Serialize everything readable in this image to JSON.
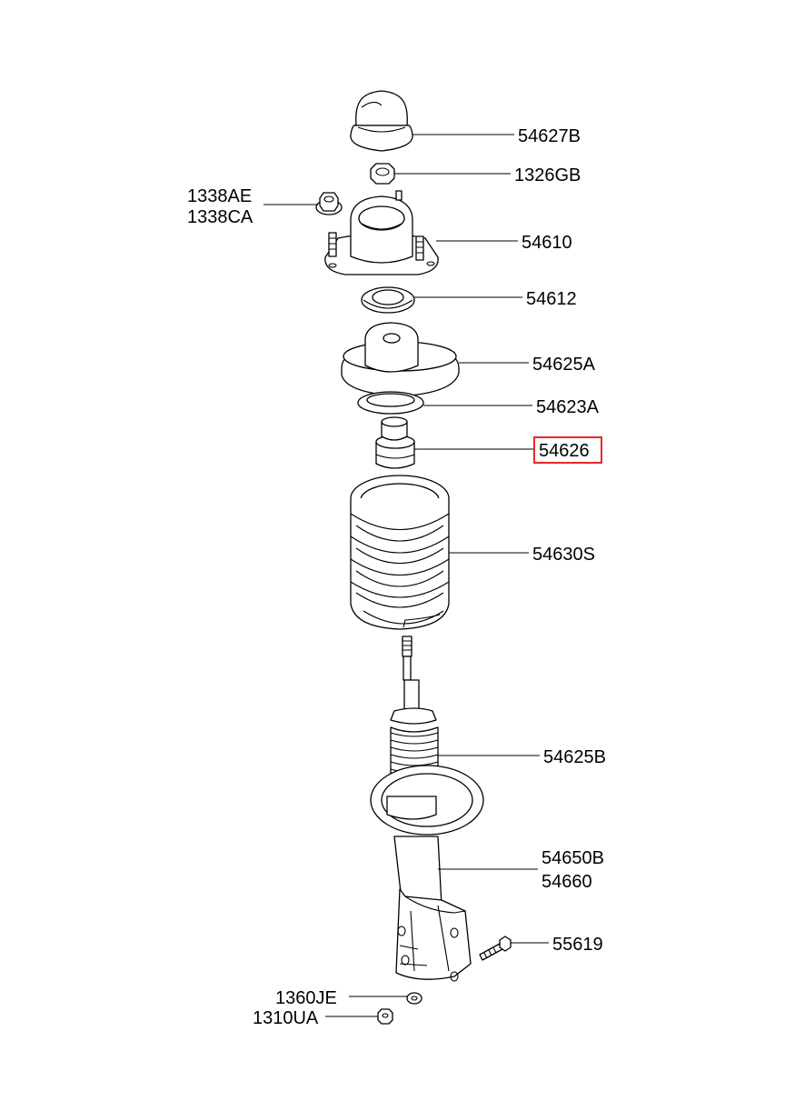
{
  "parts": {
    "p54627B": "54627B",
    "p1326GB": "1326GB",
    "p1338AE": "1338AE",
    "p1338CA": "1338CA",
    "p54610": "54610",
    "p54612": "54612",
    "p54625A": "54625A",
    "p54623A": "54623A",
    "p54626": "54626",
    "p54630S": "54630S",
    "p54625B": "54625B",
    "p54650B": "54650B",
    "p54660": "54660",
    "p55619": "55619",
    "p1360JE": "1360JE",
    "p1310UA": "1310UA"
  },
  "highlight": {
    "part": "54626",
    "color": "#e8262b"
  }
}
